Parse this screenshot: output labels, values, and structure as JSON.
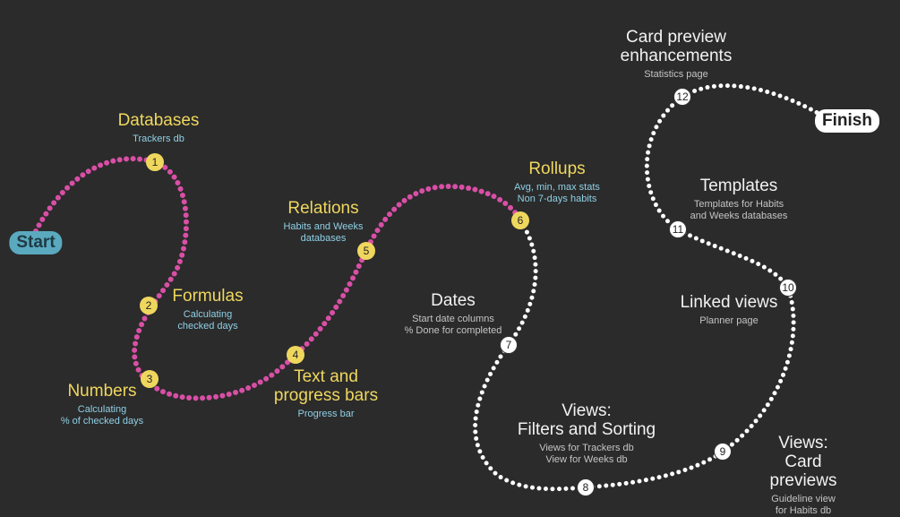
{
  "start": "Start",
  "finish": "Finish",
  "colors": {
    "background": "#2b2b2b",
    "done_path": "#d94fa6",
    "todo_path": "#ffffff",
    "title_done": "#efd75e",
    "subtitle_done": "#8fd0e6",
    "start": "#5aa9bf"
  },
  "steps": [
    {
      "n": "1",
      "title": "Databases",
      "sub": "Trackers db"
    },
    {
      "n": "2",
      "title": "Formulas",
      "sub": "Calculating\nchecked days"
    },
    {
      "n": "3",
      "title": "Numbers",
      "sub": "Calculating\n% of checked days"
    },
    {
      "n": "4",
      "title": "Text and\nprogress bars",
      "sub": "Progress bar"
    },
    {
      "n": "5",
      "title": "Relations",
      "sub": "Habits and Weeks\ndatabases"
    },
    {
      "n": "6",
      "title": "Rollups",
      "sub": "Avg, min, max stats\nNon 7-days habits"
    },
    {
      "n": "7",
      "title": "Dates",
      "sub": "Start date columns\n% Done for completed"
    },
    {
      "n": "8",
      "title": "Views:\nFilters and Sorting",
      "sub": "Views for Trackers db\nView for Weeks db"
    },
    {
      "n": "9",
      "title": "Views:\nCard previews",
      "sub": "Guideline view\nfor Habits db"
    },
    {
      "n": "10",
      "title": "Linked views",
      "sub": "Planner page"
    },
    {
      "n": "11",
      "title": "Templates",
      "sub": "Templates for Habits\nand Weeks databases"
    },
    {
      "n": "12",
      "title": "Card preview\nenhancements",
      "sub": "Statistics page"
    }
  ]
}
